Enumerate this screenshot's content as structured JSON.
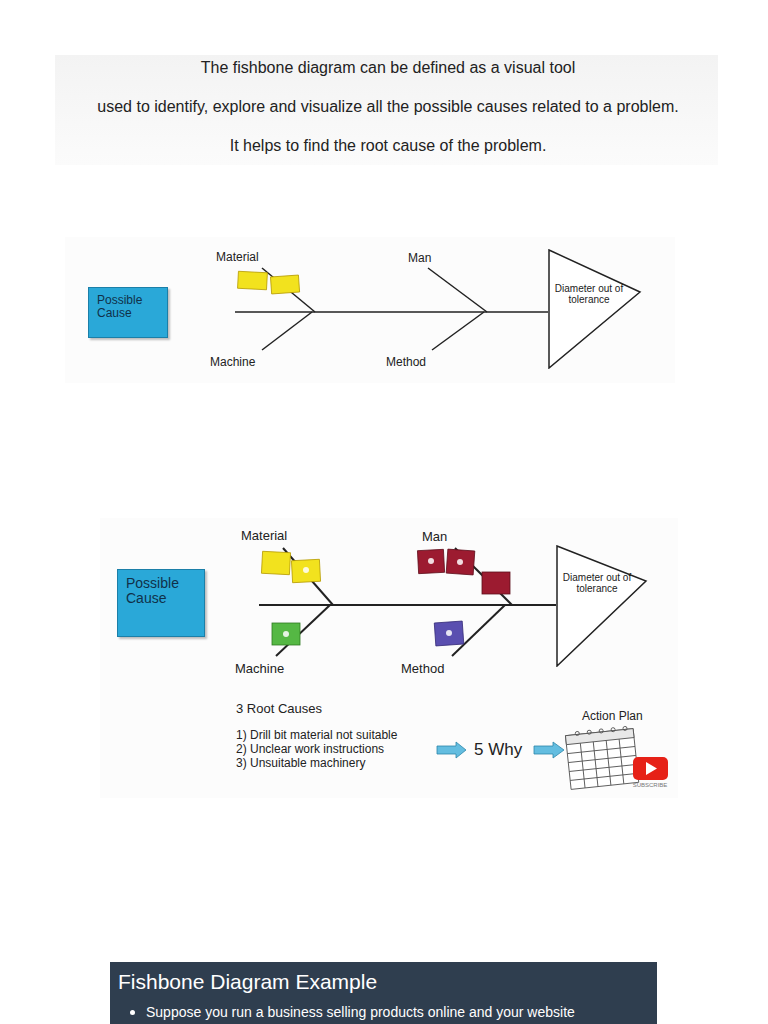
{
  "diagram": {
    "nodes": [
      {
        "text": [
          "Possible Cause"
        ]
      },
      {
        "text": [
          "Diameter out of tolerance"
        ]
      },
      {
        "text": [
          "Possible Cause"
        ]
      },
      {
        "text": [
          "Diameter out of tolerance"
        ]
      },
      {
        "text": [
          "Fishbone Diagram Example",
          "Suppose you run a business selling products online and your website"
        ]
      }
    ],
    "labels": [
      "The fishbone diagram can be defined as a visual tool",
      "used to identify, explore and visualize all the possible causes related to a problem.",
      "It helps to find the root cause of the problem.",
      "Material",
      "Man",
      "Machine",
      "Method",
      "Material",
      "Man",
      "Machine",
      "Method",
      "3 Root Causes",
      "1) Drill bit material not suitable",
      "2) Unclear work instructions",
      "3) Unsuitable machinery",
      "5 Why",
      "Action Plan",
      "SUBSCRIBE"
    ]
  }
}
